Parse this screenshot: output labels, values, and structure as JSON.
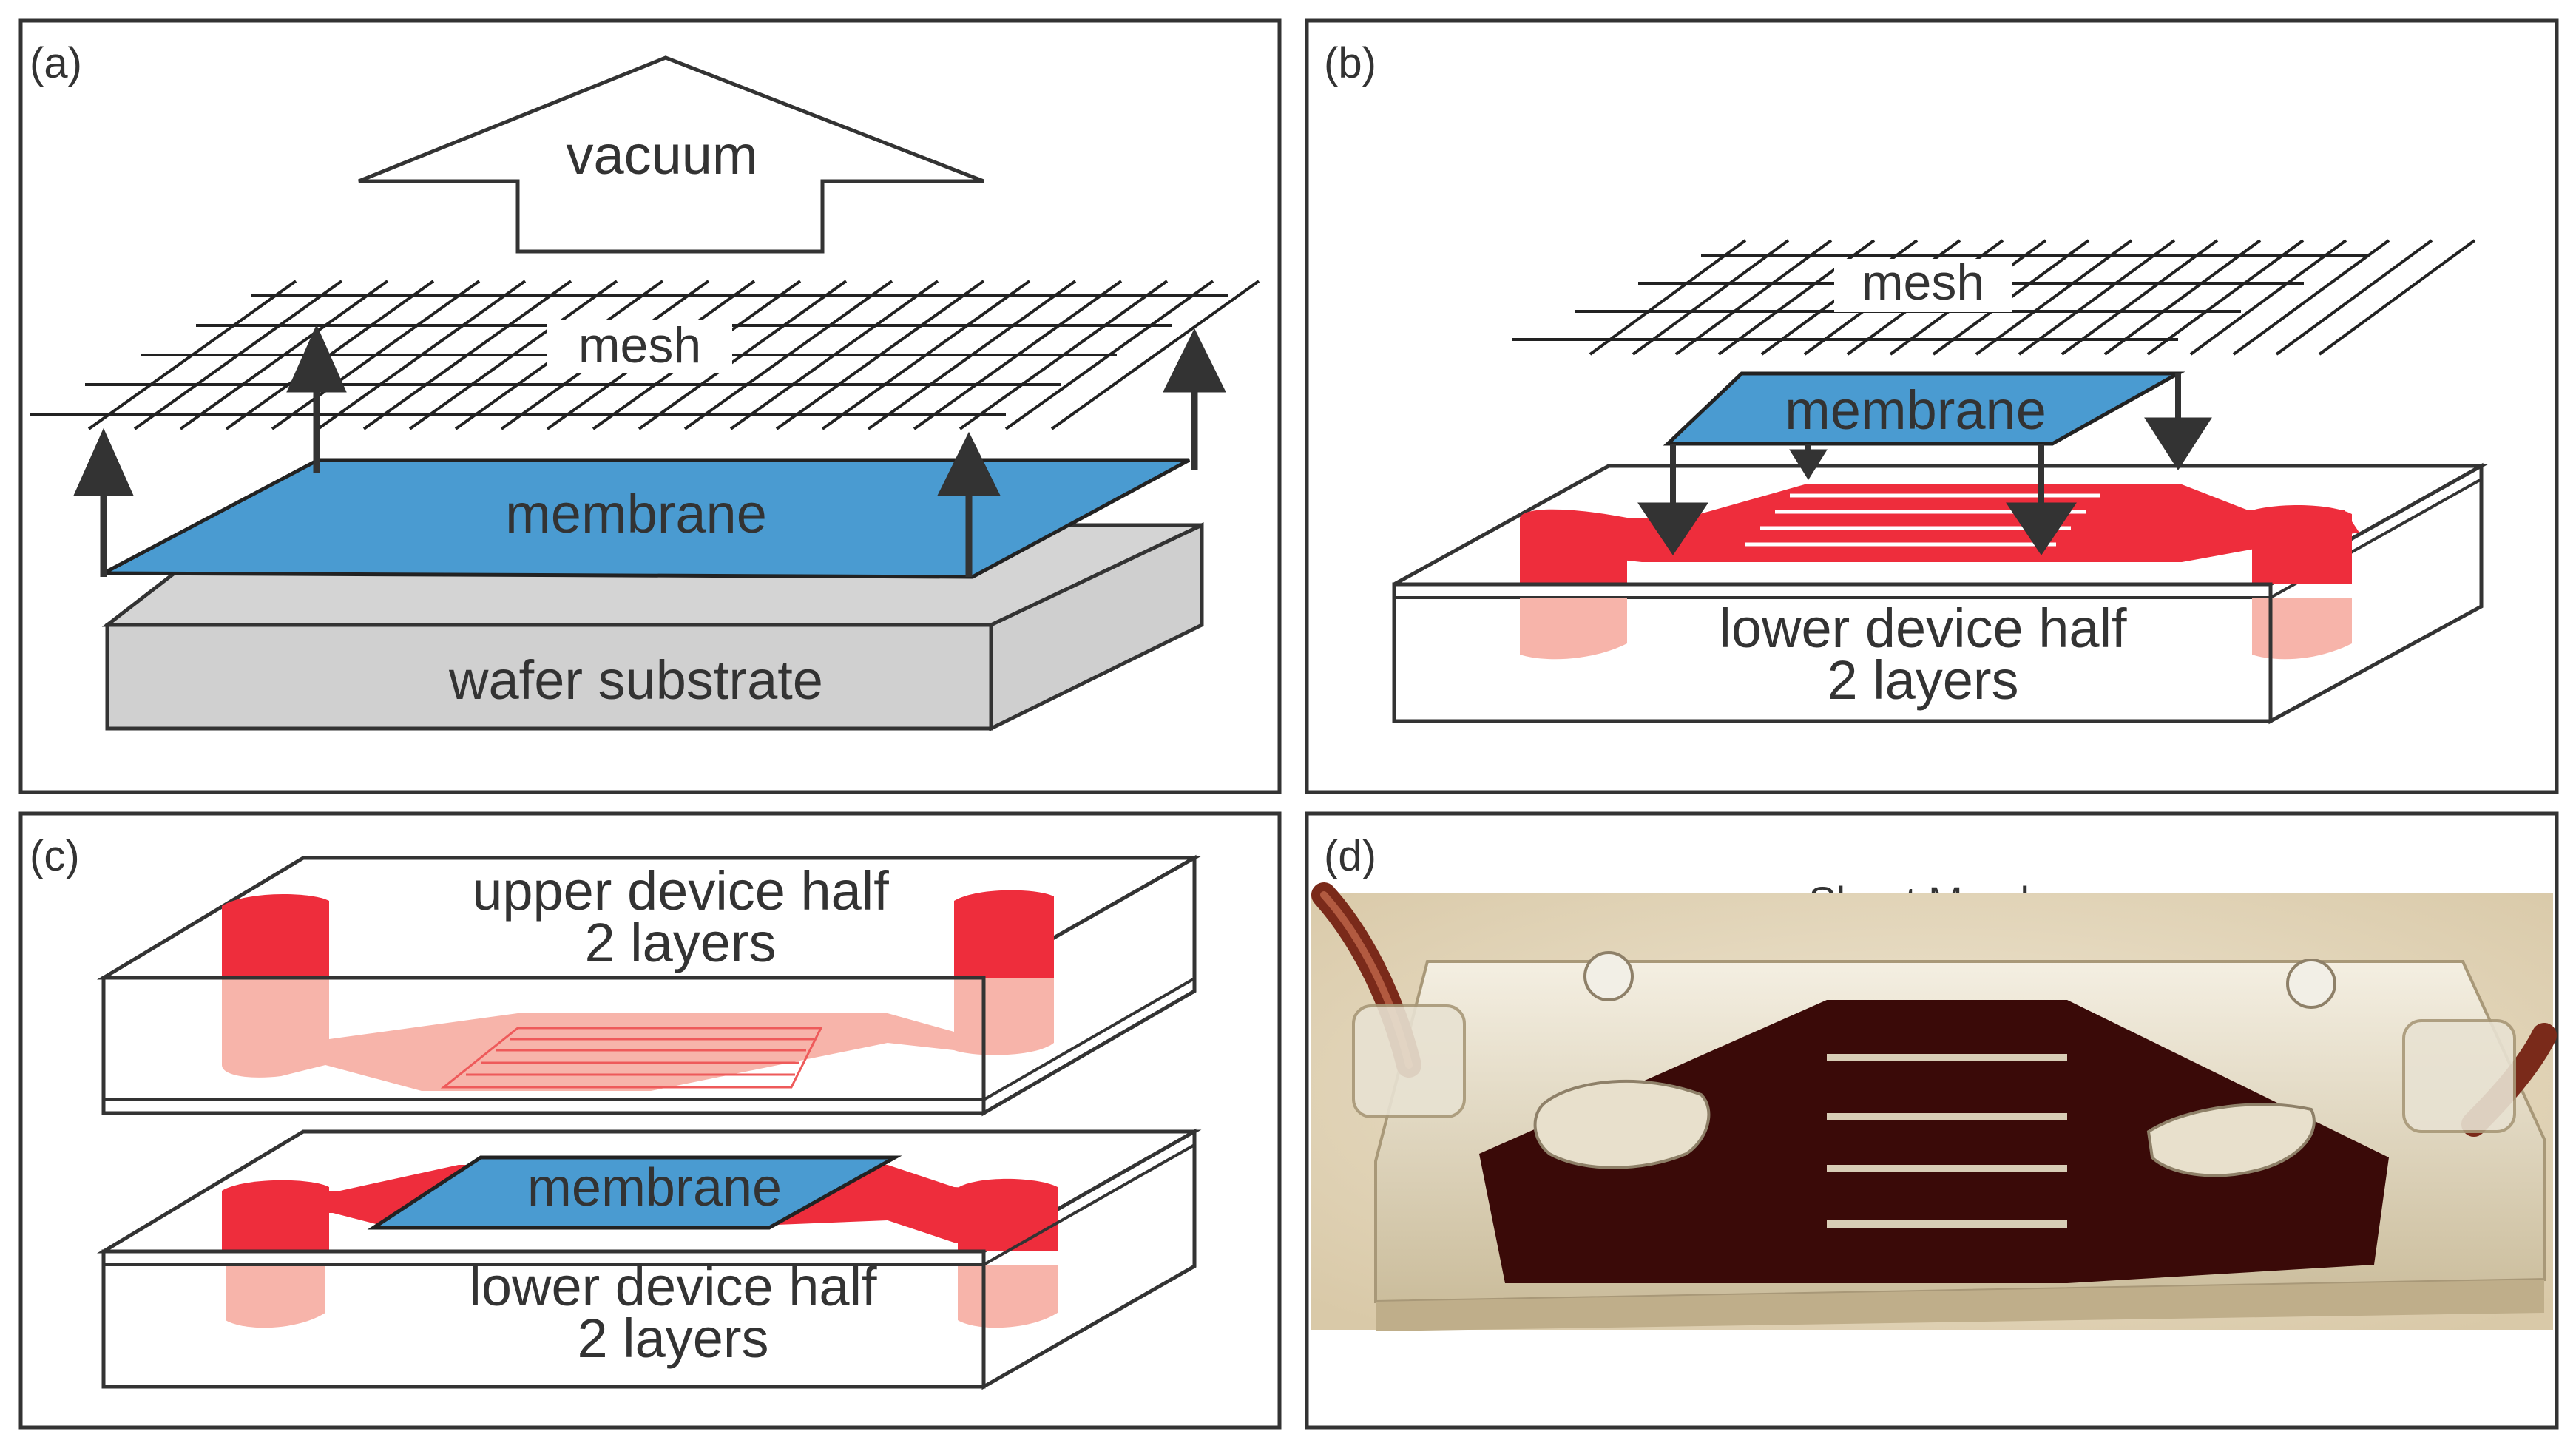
{
  "panels": {
    "a": {
      "label": "(a)",
      "vacuum": "vacuum",
      "mesh": "mesh",
      "membrane": "membrane",
      "substrate": "wafer substrate"
    },
    "b": {
      "label": "(b)",
      "mesh": "mesh",
      "membrane": "membrane",
      "lower_line1": "lower device half",
      "lower_line2": "2 layers"
    },
    "c": {
      "label": "(c)",
      "upper_line1": "upper device half",
      "upper_line2": "2 layers",
      "membrane": "membrane",
      "lower_line1": "lower device half",
      "lower_line2": "2 layers"
    },
    "d": {
      "label": "(d)",
      "photo_caption": "Sheet Membrane"
    }
  },
  "colors": {
    "membrane_blue": "#4a9bd1",
    "channel_red": "#ee2d3c",
    "channel_pink": "#f7b4aa",
    "substrate_gray": "#d0d0d0",
    "outline": "#222222"
  }
}
